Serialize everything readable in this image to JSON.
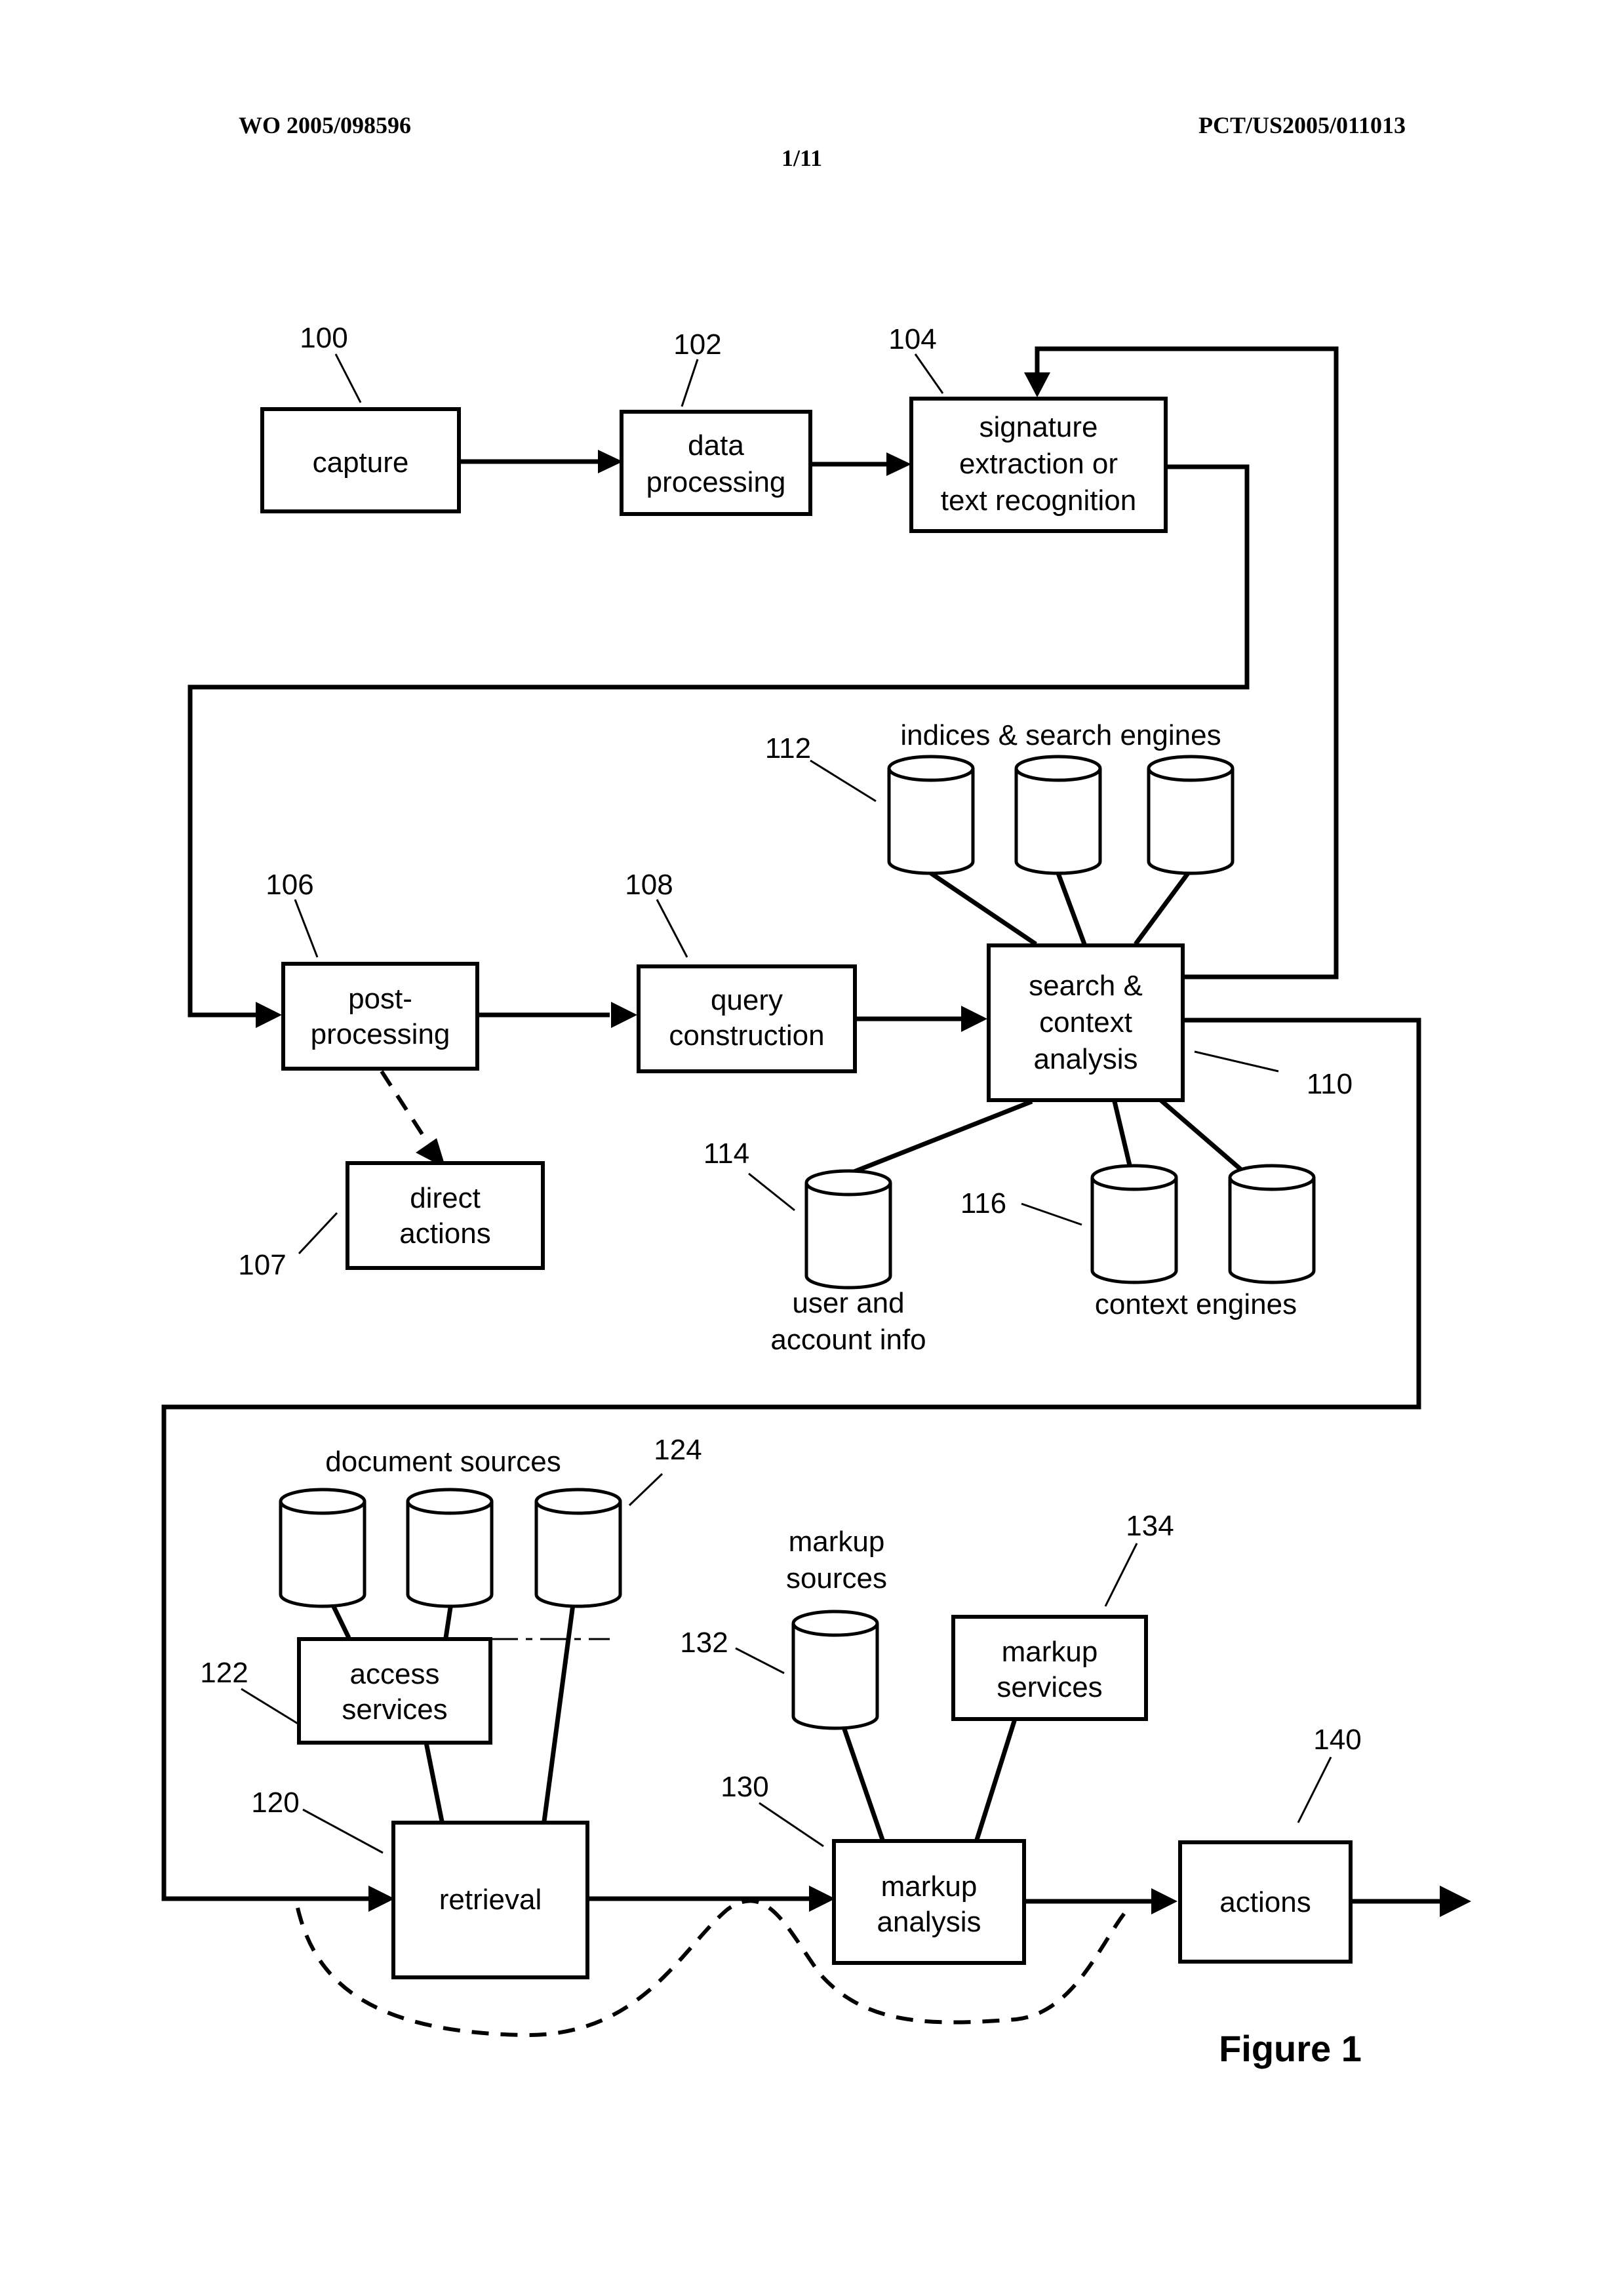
{
  "header": {
    "left": "WO 2005/098596",
    "right": "PCT/US2005/011013",
    "page": "1/11"
  },
  "figure_label": "Figure 1",
  "boxes": {
    "capture": "capture",
    "data_processing": [
      "data",
      "processing"
    ],
    "signature": [
      "signature",
      "extraction or",
      "text recognition"
    ],
    "post_processing": [
      "post-",
      "processing"
    ],
    "direct_actions": [
      "direct",
      "actions"
    ],
    "query_construction": [
      "query",
      "construction"
    ],
    "search_context": [
      "search &",
      "context",
      "analysis"
    ],
    "access_services": [
      "access",
      "services"
    ],
    "retrieval": "retrieval",
    "markup_analysis": [
      "markup",
      "analysis"
    ],
    "markup_services": [
      "markup",
      "services"
    ],
    "actions": "actions"
  },
  "group_labels": {
    "indices": "indices & search engines",
    "user_account": [
      "user and",
      "account info"
    ],
    "context_engines": "context engines",
    "document_sources": "document sources",
    "markup_sources": [
      "markup",
      "sources"
    ]
  },
  "refs": {
    "r100": "100",
    "r102": "102",
    "r104": "104",
    "r106": "106",
    "r107": "107",
    "r108": "108",
    "r110": "110",
    "r112": "112",
    "r114": "114",
    "r116": "116",
    "r120": "120",
    "r122": "122",
    "r124": "124",
    "r130": "130",
    "r132": "132",
    "r134": "134",
    "r140": "140"
  }
}
